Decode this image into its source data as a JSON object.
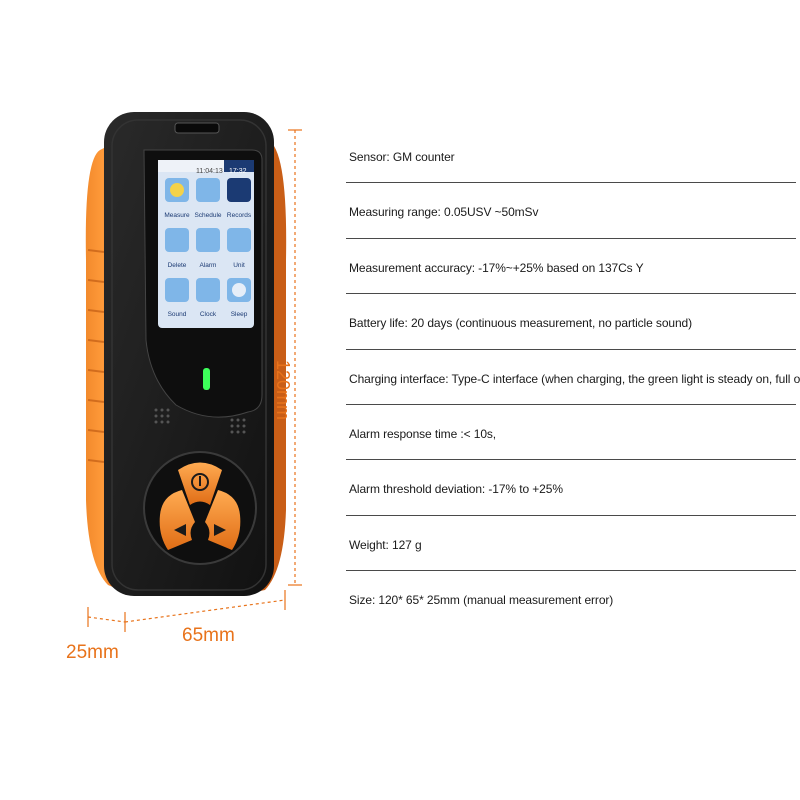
{
  "specs": [
    "Sensor: GM counter",
    "Measuring range: 0.05USV ~50mSv",
    "Measurement accuracy: -17%~+25% based on 137Cs Y",
    "Battery life: 20 days (continuous measurement, no particle sound)",
    "Charging interface: Type-C interface (when charging, the green light is steady on, full off)",
    "Alarm response time :< 10s,",
    "Alarm threshold deviation: -17% to +25%",
    "Weight: 127 g",
    "Size: 120* 65* 25mm (manual measurement error)"
  ],
  "dimensions": {
    "height": "120mm",
    "width": "65mm",
    "depth": "25mm"
  },
  "screen": {
    "time_left": "11:04:13",
    "time_right": "17:32",
    "tiles": [
      "Measure",
      "Schedule",
      "Records",
      "Delete",
      "Alarm",
      "Unit",
      "Sound",
      "Clock",
      "Sleep"
    ]
  },
  "colors": {
    "accent": "#e8731b",
    "body": "#1c1c1c",
    "screen_bg": "#dbe6f4",
    "led": "#3dff5a"
  }
}
